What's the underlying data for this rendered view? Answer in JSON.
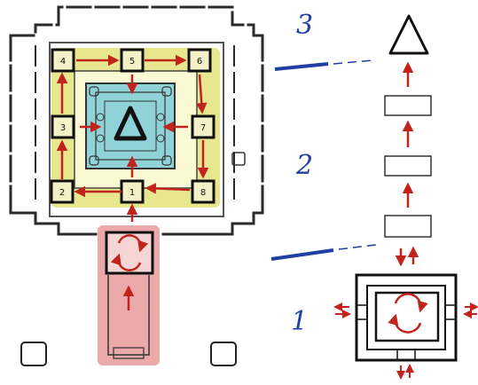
{
  "levels": [
    {
      "number": "1"
    },
    {
      "number": "2"
    },
    {
      "number": "3"
    }
  ],
  "temple_plan": {
    "chapel_numbers": [
      "1",
      "2",
      "3",
      "4",
      "5",
      "6",
      "7",
      "8"
    ],
    "path_color": "#c0241b",
    "courtyard_color": "#e4e27a",
    "sanctum_color": "#8fd3d8",
    "entrance_color": "#e79a9a"
  },
  "colors": {
    "arrow": "#c0241b",
    "level_divider": "#1f3fa3",
    "ink": "#111111"
  },
  "icons": {
    "rotation": "rotation-icon",
    "goal": "triangle-icon"
  }
}
